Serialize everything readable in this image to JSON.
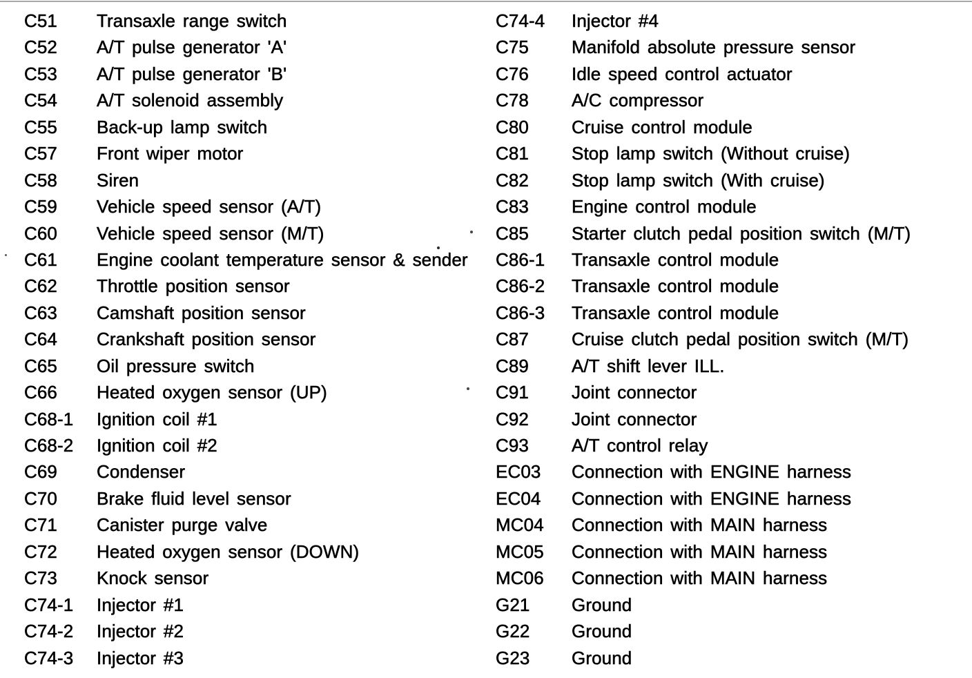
{
  "colors": {
    "background": "#ffffff",
    "text": "#000000",
    "scan_artifact_line": "#a8a8a8"
  },
  "document": {
    "kind": "connector-code-list",
    "columns": [
      {
        "rows": [
          {
            "code": "C51",
            "desc": "Transaxle range switch"
          },
          {
            "code": "C52",
            "desc": "A/T pulse generator 'A'"
          },
          {
            "code": "C53",
            "desc": "A/T pulse generator 'B'"
          },
          {
            "code": "C54",
            "desc": "A/T solenoid assembly"
          },
          {
            "code": "C55",
            "desc": "Back-up lamp switch"
          },
          {
            "code": "C57",
            "desc": "Front wiper motor"
          },
          {
            "code": "C58",
            "desc": "Siren"
          },
          {
            "code": "C59",
            "desc": "Vehicle speed sensor (A/T)"
          },
          {
            "code": "C60",
            "desc": "Vehicle speed sensor (M/T)"
          },
          {
            "code": "C61",
            "desc": "Engine coolant temperature sensor & sender"
          },
          {
            "code": "C62",
            "desc": "Throttle position sensor"
          },
          {
            "code": "C63",
            "desc": "Camshaft position sensor"
          },
          {
            "code": "C64",
            "desc": "Crankshaft position sensor"
          },
          {
            "code": "C65",
            "desc": "Oil pressure switch"
          },
          {
            "code": "C66",
            "desc": "Heated oxygen sensor (UP)"
          },
          {
            "code": "C68-1",
            "desc": "Ignition coil #1"
          },
          {
            "code": "C68-2",
            "desc": "Ignition coil #2"
          },
          {
            "code": "C69",
            "desc": "Condenser"
          },
          {
            "code": "C70",
            "desc": "Brake fluid level sensor"
          },
          {
            "code": "C71",
            "desc": "Canister purge valve"
          },
          {
            "code": "C72",
            "desc": "Heated oxygen sensor (DOWN)"
          },
          {
            "code": "C73",
            "desc": "Knock sensor"
          },
          {
            "code": "C74-1",
            "desc": "Injector #1"
          },
          {
            "code": "C74-2",
            "desc": "Injector #2"
          },
          {
            "code": "C74-3",
            "desc": "Injector #3"
          }
        ]
      },
      {
        "rows": [
          {
            "code": "C74-4",
            "desc": "Injector #4"
          },
          {
            "code": "C75",
            "desc": "Manifold absolute pressure sensor"
          },
          {
            "code": "C76",
            "desc": "Idle speed control actuator"
          },
          {
            "code": "C78",
            "desc": "A/C compressor"
          },
          {
            "code": "C80",
            "desc": "Cruise control module"
          },
          {
            "code": "C81",
            "desc": "Stop lamp switch (Without cruise)"
          },
          {
            "code": "C82",
            "desc": "Stop lamp switch (With cruise)"
          },
          {
            "code": "C83",
            "desc": "Engine control module"
          },
          {
            "code": "C85",
            "desc": "Starter clutch pedal position switch (M/T)"
          },
          {
            "code": "C86-1",
            "desc": "Transaxle control module"
          },
          {
            "code": "C86-2",
            "desc": "Transaxle control module"
          },
          {
            "code": "C86-3",
            "desc": "Transaxle control module"
          },
          {
            "code": "C87",
            "desc": "Cruise clutch pedal position switch (M/T)"
          },
          {
            "code": "C89",
            "desc": "A/T shift lever ILL."
          },
          {
            "code": "C91",
            "desc": "Joint connector"
          },
          {
            "code": "C92",
            "desc": "Joint connector"
          },
          {
            "code": "C93",
            "desc": "A/T control relay"
          },
          {
            "code": "EC03",
            "desc": "Connection with ENGINE harness"
          },
          {
            "code": "EC04",
            "desc": "Connection with ENGINE harness"
          },
          {
            "code": "MC04",
            "desc": "Connection with MAIN harness"
          },
          {
            "code": "MC05",
            "desc": "Connection with MAIN harness"
          },
          {
            "code": "MC06",
            "desc": "Connection with MAIN harness"
          },
          {
            "code": "G21",
            "desc": "Ground"
          },
          {
            "code": "G22",
            "desc": "Ground"
          },
          {
            "code": "G23",
            "desc": "Ground"
          }
        ]
      }
    ]
  }
}
